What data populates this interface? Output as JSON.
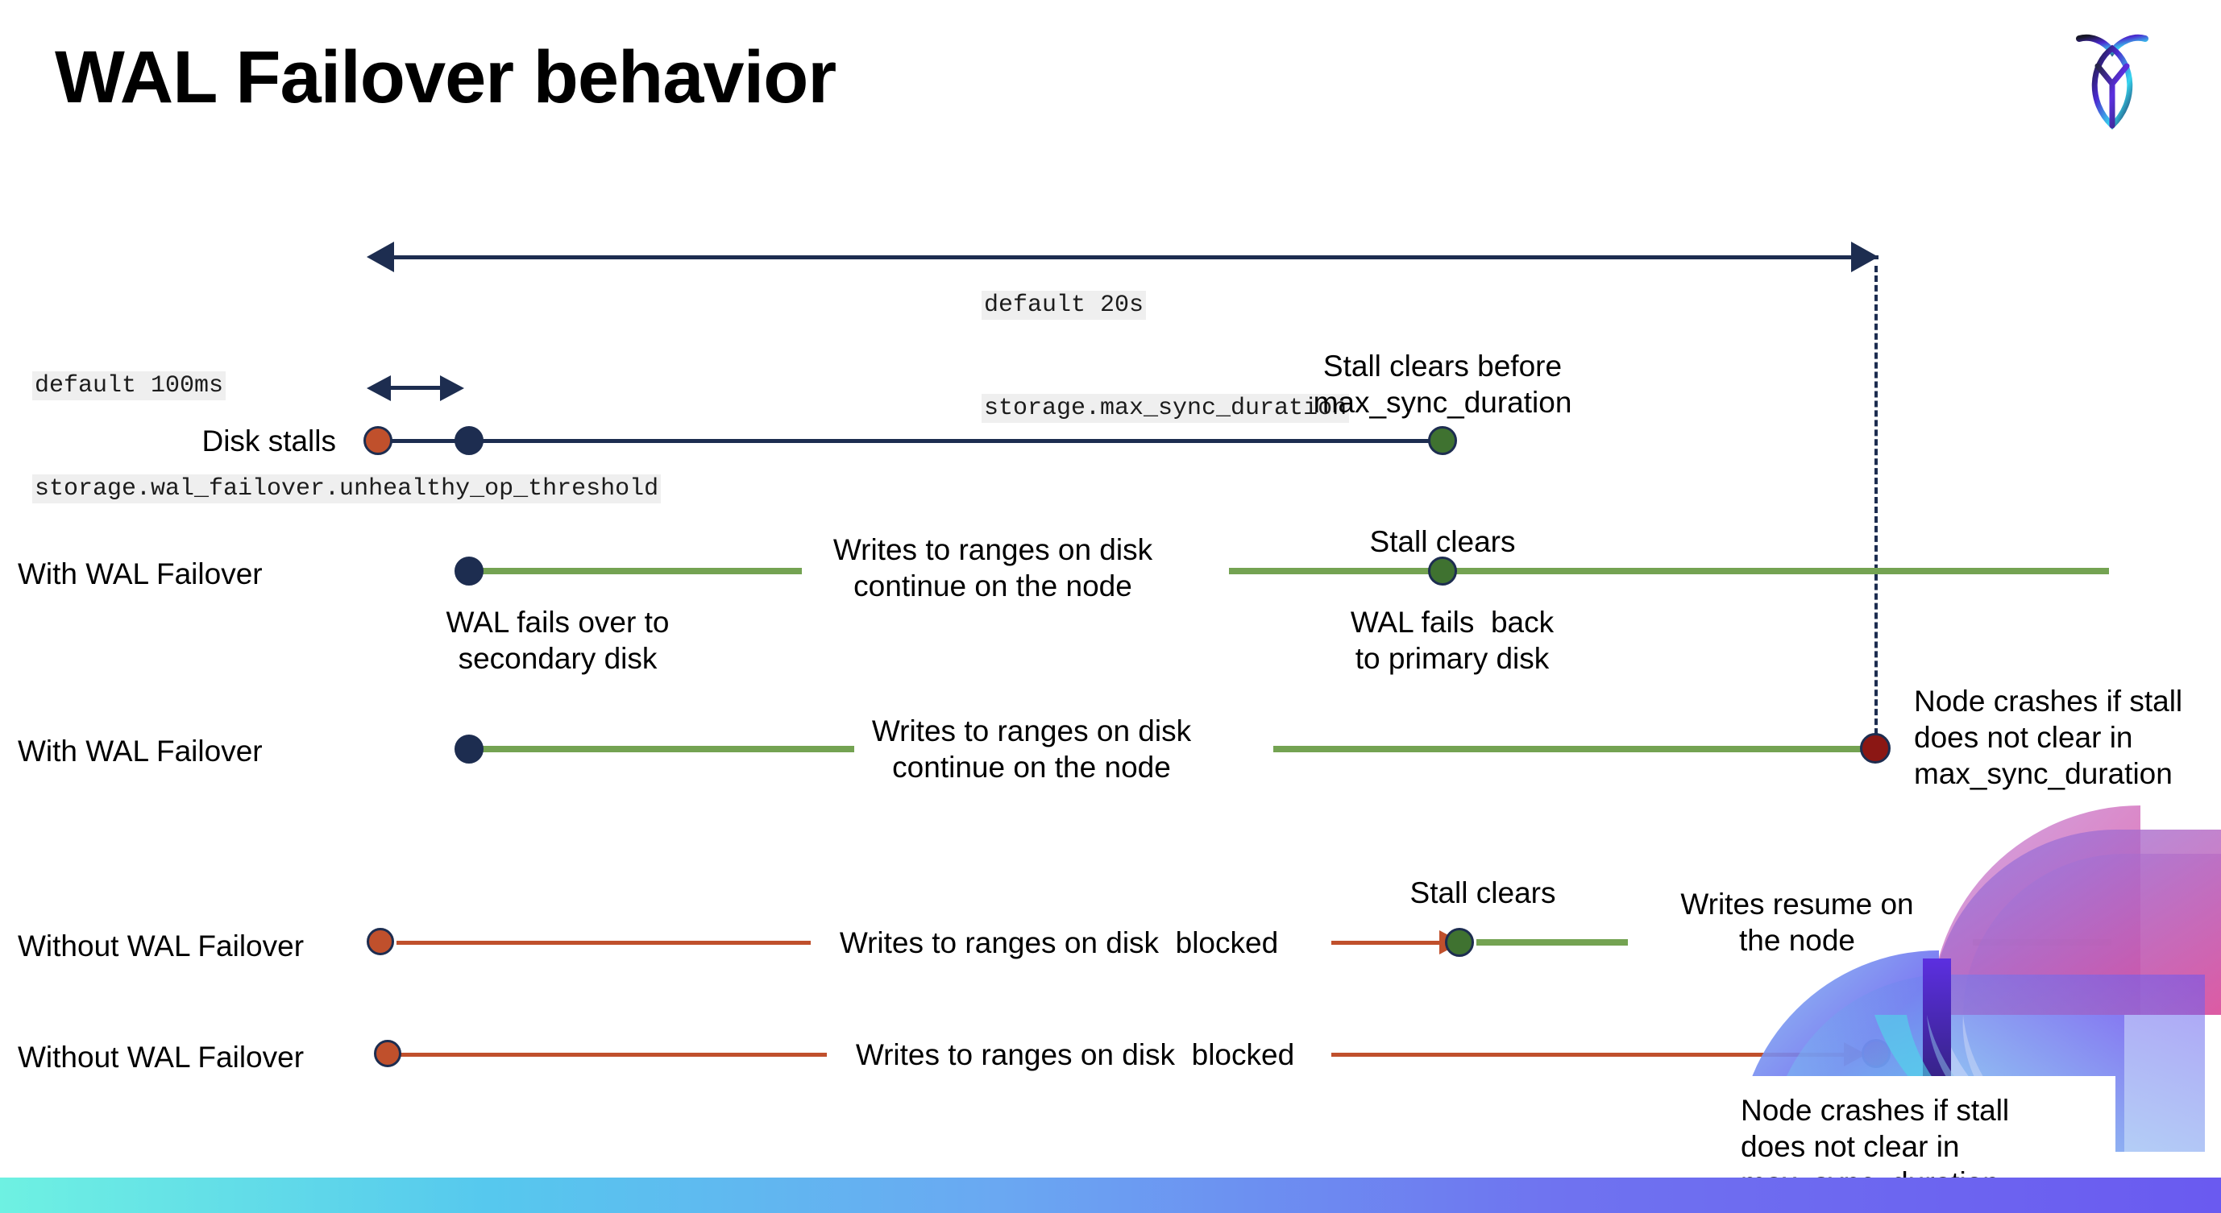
{
  "slide": {
    "title": "WAL Failover behavior",
    "logo_name": "cockroachdb-logo"
  },
  "annotations": {
    "max_sync": {
      "default": "default 20s",
      "setting": "storage.max_sync_duration"
    },
    "unhealthy_op": {
      "default": "default 100ms",
      "setting": "storage.wal_failover.unhealthy_op_threshold"
    }
  },
  "rows": [
    {
      "label": "Disk stalls",
      "notes": [
        "Stall clears before\nmax_sync_duration"
      ]
    },
    {
      "label": "With WAL Failover",
      "notes": [
        "Writes to ranges on disk\ncontinue on the node",
        "Stall clears",
        "WAL fails over to\nsecondary disk",
        "WAL fails  back\nto primary disk"
      ]
    },
    {
      "label": "With WAL Failover",
      "notes": [
        "Writes to ranges on disk\ncontinue on the node",
        "Node crashes if stall\ndoes not clear in\nmax_sync_duration"
      ]
    },
    {
      "label": "Without WAL Failover",
      "notes": [
        "Writes to ranges on disk  blocked",
        "Stall clears",
        "Writes resume on\nthe node"
      ]
    },
    {
      "label": "Without WAL Failover",
      "notes": [
        "Writes to ranges on disk  blocked",
        "Node crashes if stall\ndoes not clear in\nmax_sync_duration"
      ]
    }
  ],
  "colors": {
    "navy": "#1d2d50",
    "green_line": "#74a352",
    "green_dot": "#3f7230",
    "orange": "#c0502c",
    "red_dot": "#8b1714",
    "code_bg": "#efefef"
  }
}
